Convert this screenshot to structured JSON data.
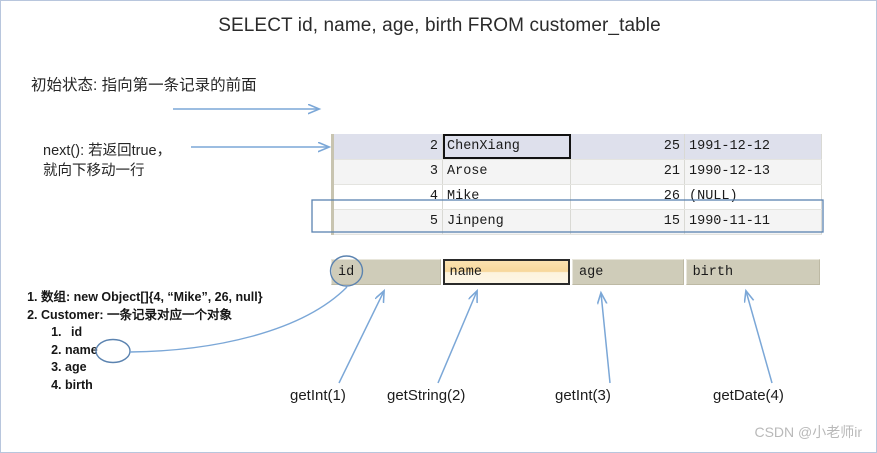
{
  "slide": {
    "title": "SELECT id, name, age, birth FROM customer_table",
    "watermark": "CSDN @小老师ir"
  },
  "annotations": {
    "initial_state": "初始状态: 指向第一条记录的前面",
    "next_line1": "next(): 若返回true，",
    "next_line2": "就向下移动一行"
  },
  "result_set": {
    "columns": [
      "id",
      "name",
      "age",
      "birth"
    ],
    "header_labels": {
      "id": "id",
      "name": "name",
      "age": "age",
      "birth": "birth"
    },
    "rows": [
      {
        "id": "2",
        "name": "ChenXiang",
        "age": "25",
        "birth": "1991-12-12"
      },
      {
        "id": "3",
        "name": "Arose",
        "age": "21",
        "birth": "1990-12-13"
      },
      {
        "id": "4",
        "name": "Mike",
        "age": "26",
        "birth": "(NULL)"
      },
      {
        "id": "5",
        "name": "Jinpeng",
        "age": "15",
        "birth": "1990-11-11"
      }
    ]
  },
  "bullets": {
    "item1": "数组: new Object[]{4, “Mike”, 26, null}",
    "item2": "Customer: 一条记录对应一个对象",
    "sub1": "id",
    "sub2": "name",
    "sub3": "age",
    "sub4": "birth"
  },
  "getters": {
    "g1": "getInt(1)",
    "g2": "getString(2)",
    "g3": "getInt(3)",
    "g4": "getDate(4)"
  },
  "colors": {
    "accent_arrow": "#7ba7d7",
    "selected_row": "#dee0ec",
    "header_gray": "#cfccb9",
    "header_highlight": "#f7d79b",
    "slide_border": "#b8c6dd"
  }
}
